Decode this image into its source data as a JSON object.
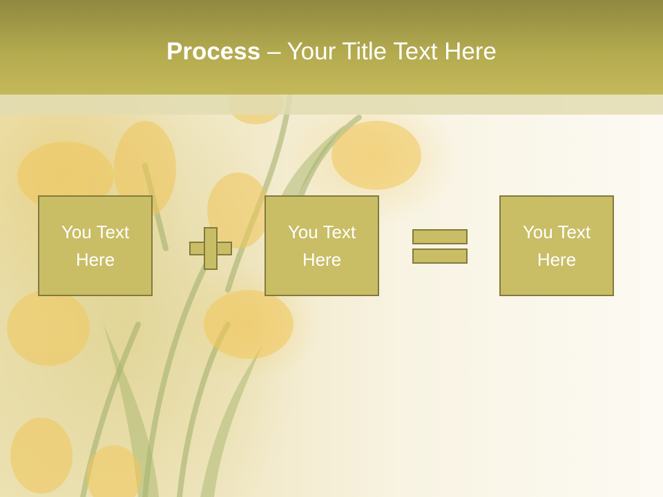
{
  "header": {
    "title_bold": "Process",
    "title_rest": " – Your Title Text Here"
  },
  "boxes": [
    {
      "label": "You Text\nHere"
    },
    {
      "label": "You Text\nHere"
    },
    {
      "label": "You Text\nHere"
    }
  ],
  "operators": {
    "first": "plus",
    "second": "equals"
  },
  "colors": {
    "header": "#b3aa4f",
    "box_fill": "#c9bd66",
    "box_border": "#817a3d",
    "text": "#ffffff"
  }
}
